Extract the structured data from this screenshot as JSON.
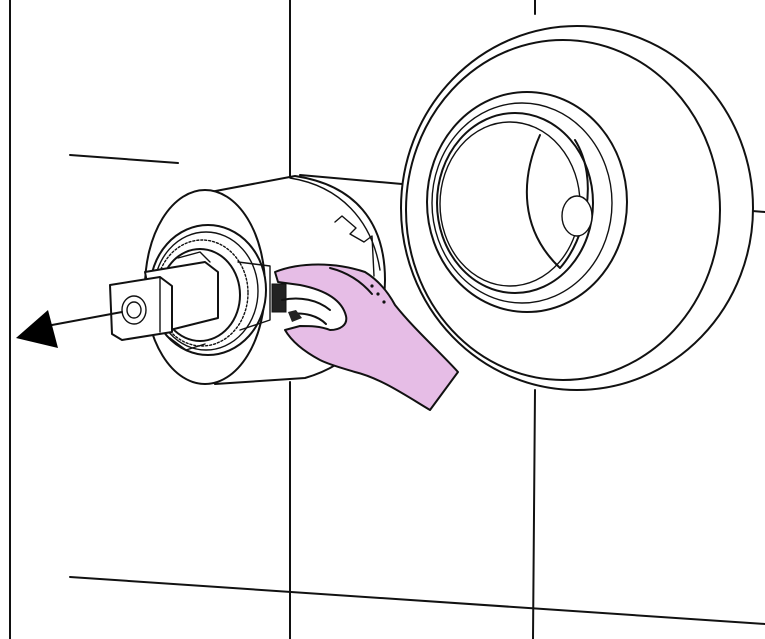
{
  "illustration": {
    "colors": {
      "line": "#111111",
      "background": "#ffffff",
      "hand_fill": "#e6bde6",
      "arrow_fill": "#000000"
    },
    "parts": [
      {
        "name": "tile-wall",
        "icon": "tile-grid"
      },
      {
        "name": "escutcheon-rosette",
        "icon": "wall-rosette"
      },
      {
        "name": "thermostatic-cartridge",
        "icon": "cartridge"
      },
      {
        "name": "sleeve-cover",
        "icon": "cylinder-sleeve"
      },
      {
        "name": "hand",
        "icon": "hand-icon"
      },
      {
        "name": "pull-out-arrow",
        "icon": "arrow-left-icon"
      }
    ]
  }
}
